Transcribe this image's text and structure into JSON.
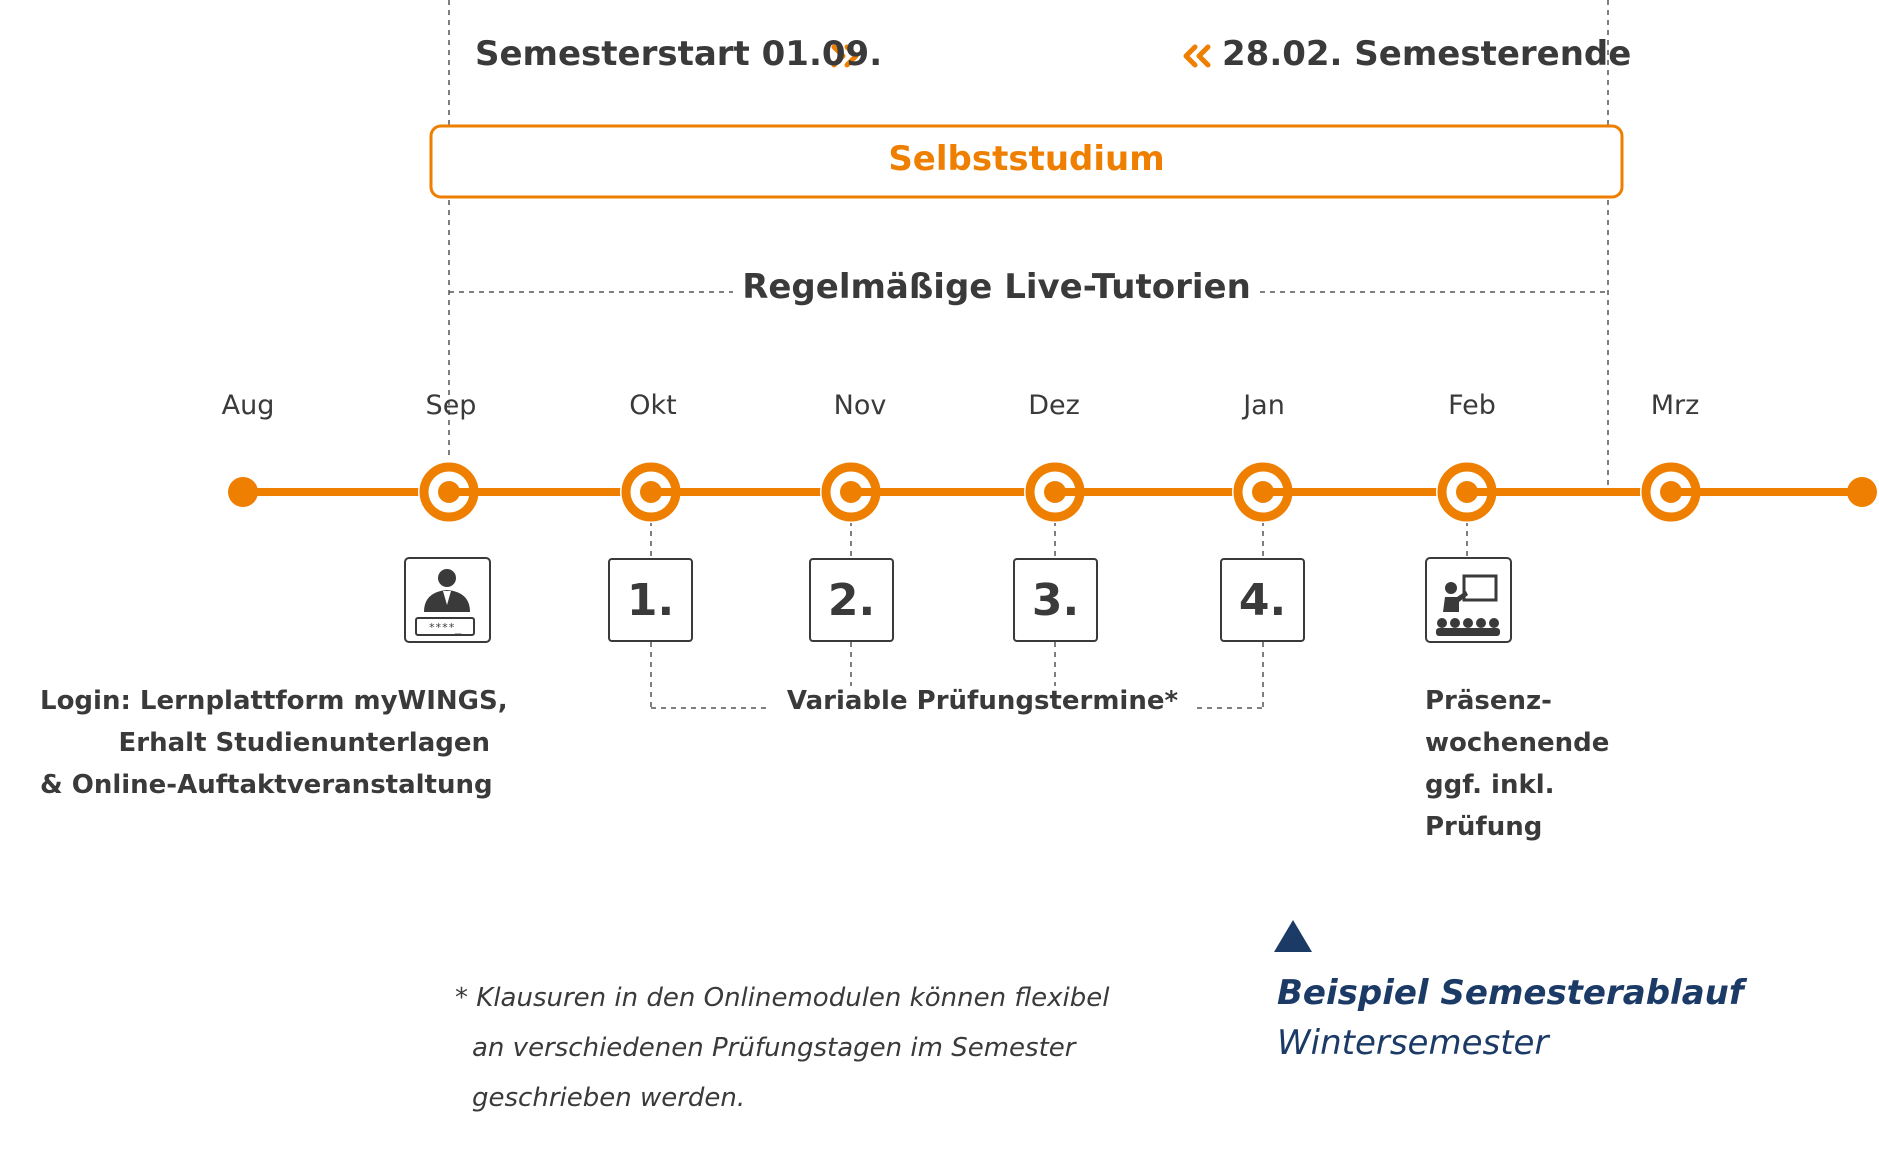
{
  "header": {
    "semester_start": "Semesterstart 01.09.",
    "semester_end": "28.02. Semesterende"
  },
  "band": {
    "label": "Selbststudium"
  },
  "tutorials": {
    "label": "Regelmäßige Live-Tutorien"
  },
  "months": [
    "Aug",
    "Sep",
    "Okt",
    "Nov",
    "Dez",
    "Jan",
    "Feb",
    "Mrz"
  ],
  "exams": [
    "1.",
    "2.",
    "3.",
    "4."
  ],
  "exam_caption": "Variable Prüfungstermine*",
  "login_text": {
    "line1": "Login: Lernplattform myWINGS,",
    "line2": "Erhalt Studienunterlagen",
    "line3": "& Online-Auftaktveranstaltung"
  },
  "login_icon": {
    "name": "user-login-icon",
    "password_mask": "****_"
  },
  "weekend_text": {
    "line1": "Präsenz-",
    "line2": "wochenende",
    "line3": "ggf. inkl.",
    "line4": "Prüfung"
  },
  "weekend_icon": {
    "name": "presentation-audience-icon"
  },
  "footnote": {
    "line1": "* Klausuren in den Onlinemodulen können flexibel",
    "line2": "an verschiedenen Prüfungstagen im Semester",
    "line3": "geschrieben werden."
  },
  "caption": {
    "title": "Beispiel Semesterablauf",
    "subtitle": "Wintersemester"
  },
  "colors": {
    "accent": "#ee7f00",
    "text": "#3a3a3a",
    "navy": "#1b3a66"
  }
}
